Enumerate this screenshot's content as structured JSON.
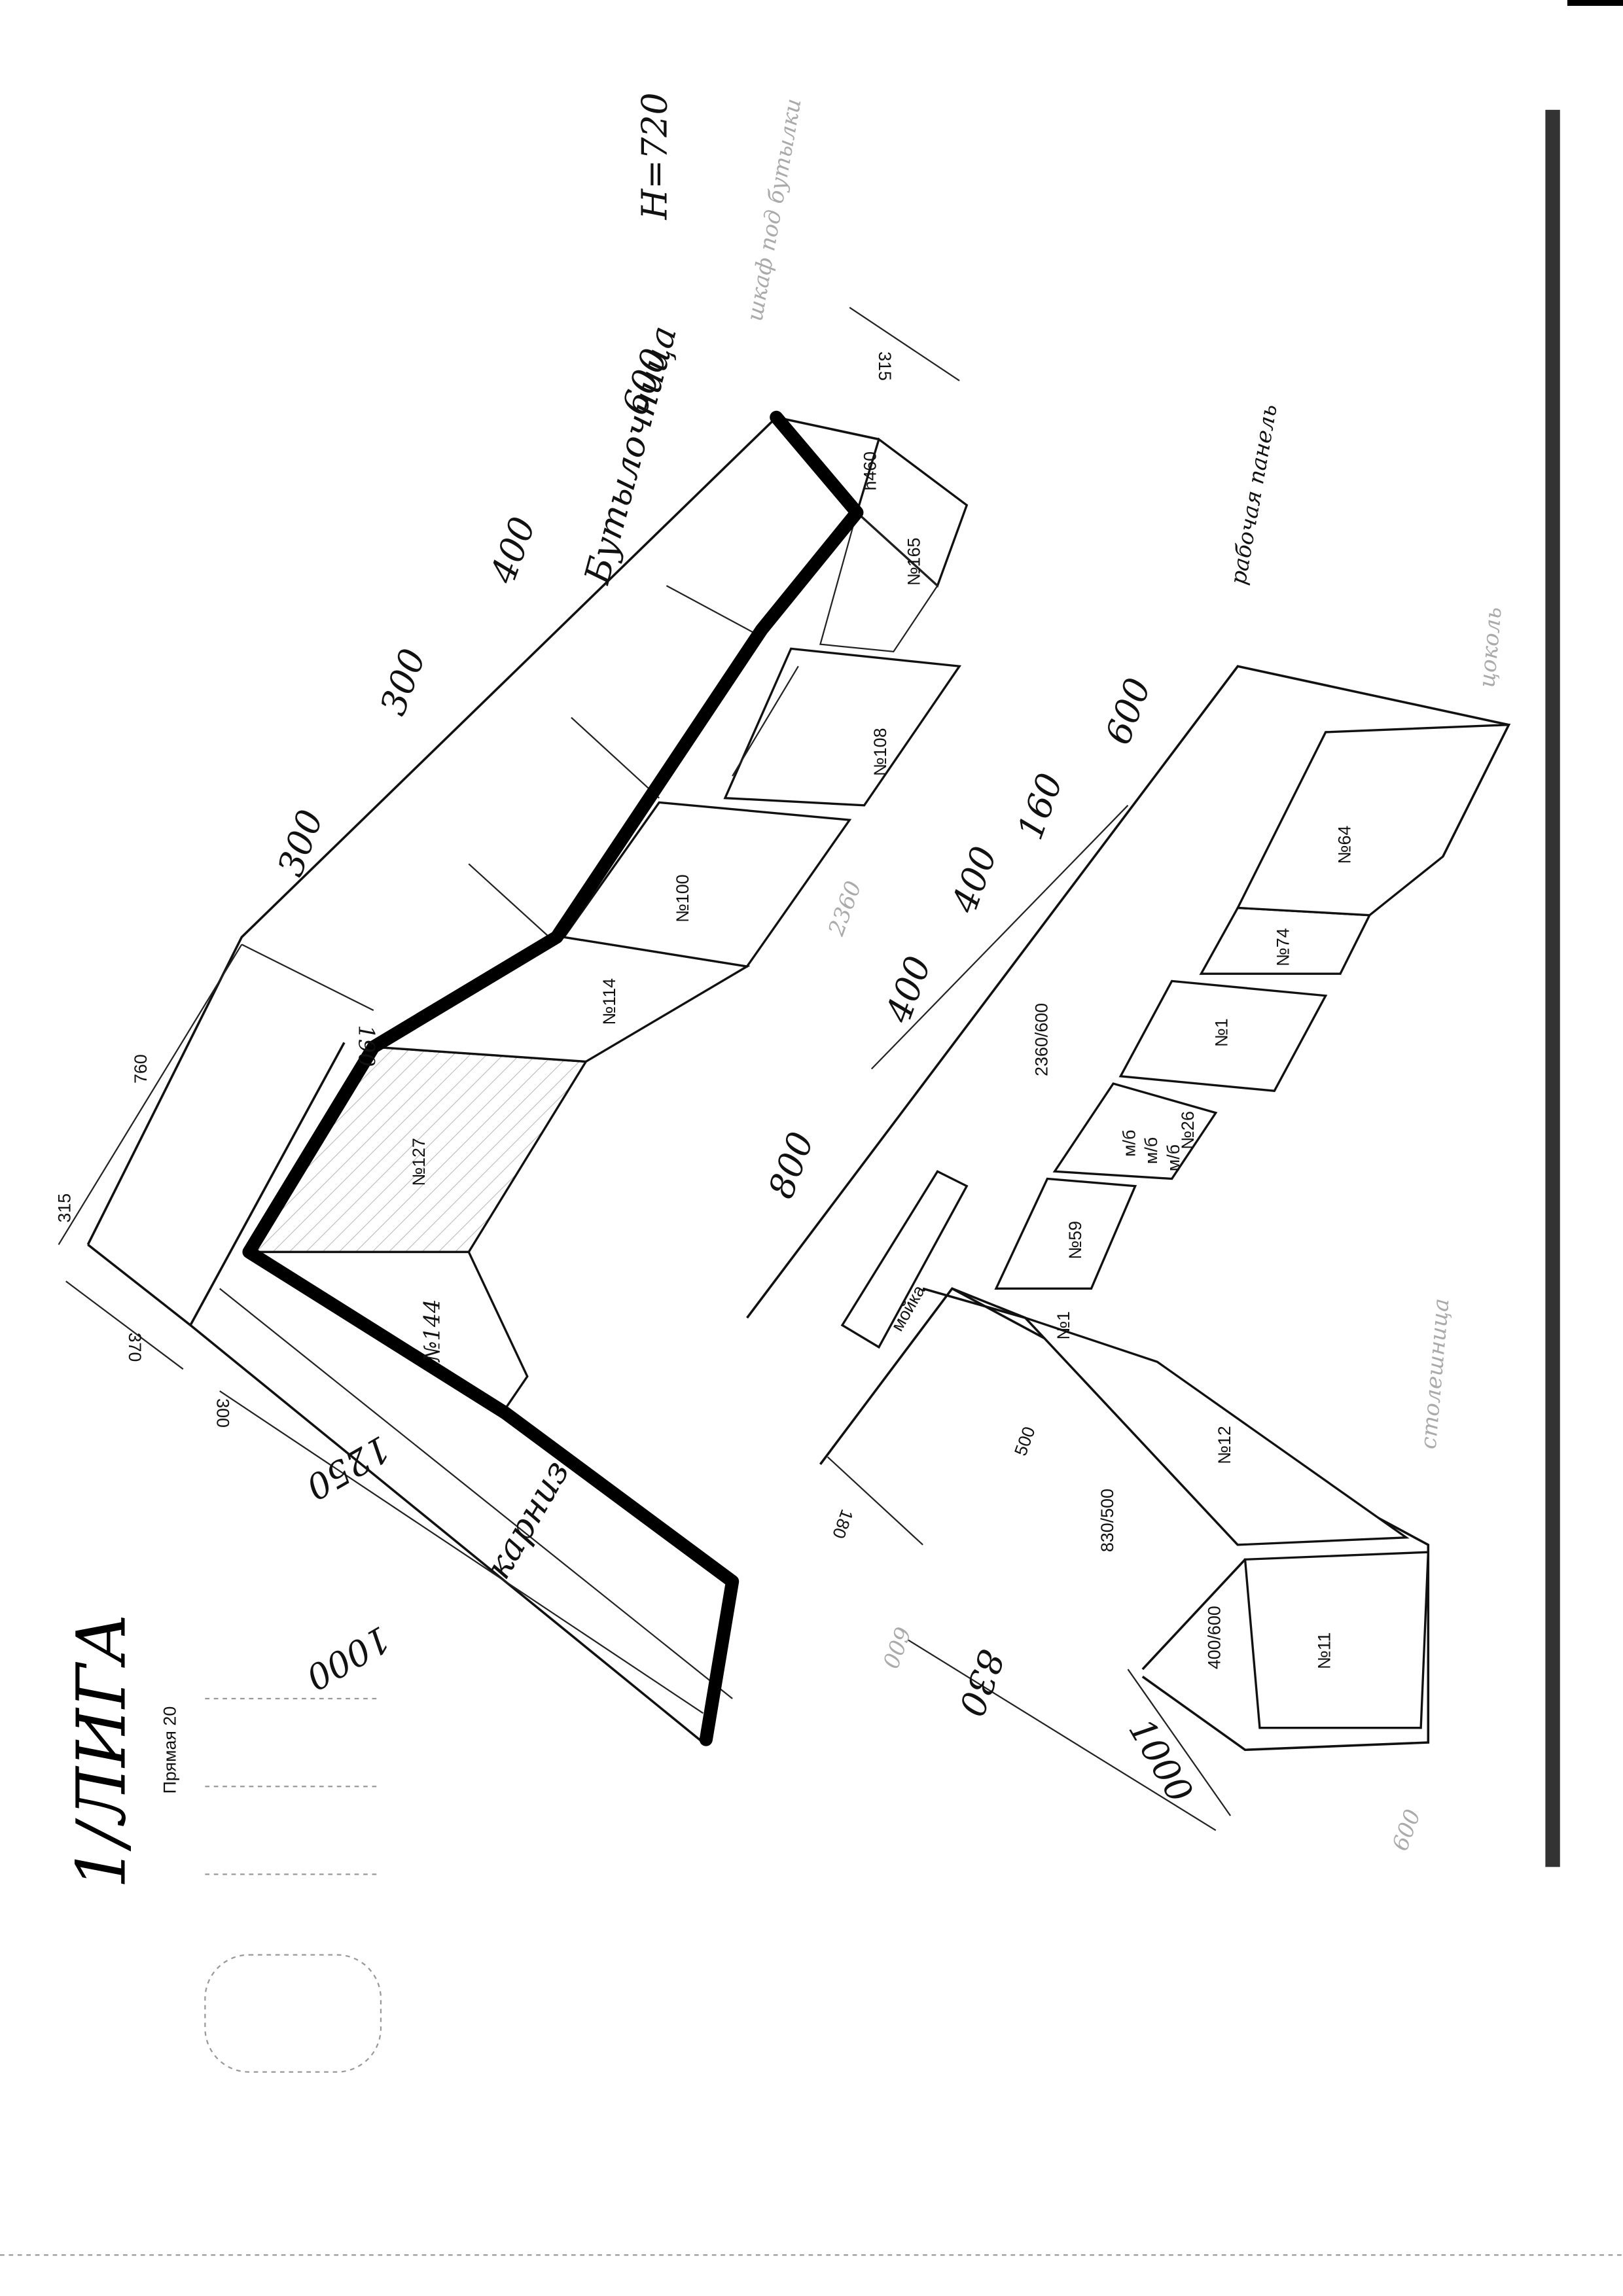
{
  "header": {
    "title": "1/ЛИГА",
    "subtitle": "Прямая 20",
    "height_note": "Н=720"
  },
  "upper_modules": [
    "№127",
    "№144",
    "№114",
    "№100",
    "№108",
    "№165",
    "h460"
  ],
  "lower_modules": [
    "№11",
    "№12",
    "№1",
    "№59",
    "№26",
    "№1",
    "№74",
    "№64"
  ],
  "small_drawers": [
    "м/б",
    "м/б",
    "м/б"
  ],
  "lower_sizes": {
    "corner": "830/500",
    "end": "400/600",
    "run": "2360/600",
    "sink": "мойка"
  },
  "upper_dims": {
    "d315": "315",
    "d760": "760",
    "d370": "370",
    "d300a": "300",
    "d190": "190",
    "d300b": "300",
    "d300c": "300",
    "d400": "400",
    "d600": "600",
    "d315b": "315",
    "d1000": "1000",
    "d1250": "1250"
  },
  "lower_dims": {
    "d800": "800",
    "d400a": "400",
    "d400b": "400",
    "d160": "160",
    "d600": "600",
    "d2360": "2360",
    "d500": "500",
    "d180": "180",
    "d830": "830",
    "d1000": "1000",
    "d600b": "600",
    "d600c": "600"
  },
  "notes": {
    "cornice": "карниз",
    "bottle": "Бутылочница",
    "bottle_cab": "шкаф под бутылки",
    "panel": "рабочая панель",
    "faint1": "столешница",
    "faint2": "цоколь"
  }
}
